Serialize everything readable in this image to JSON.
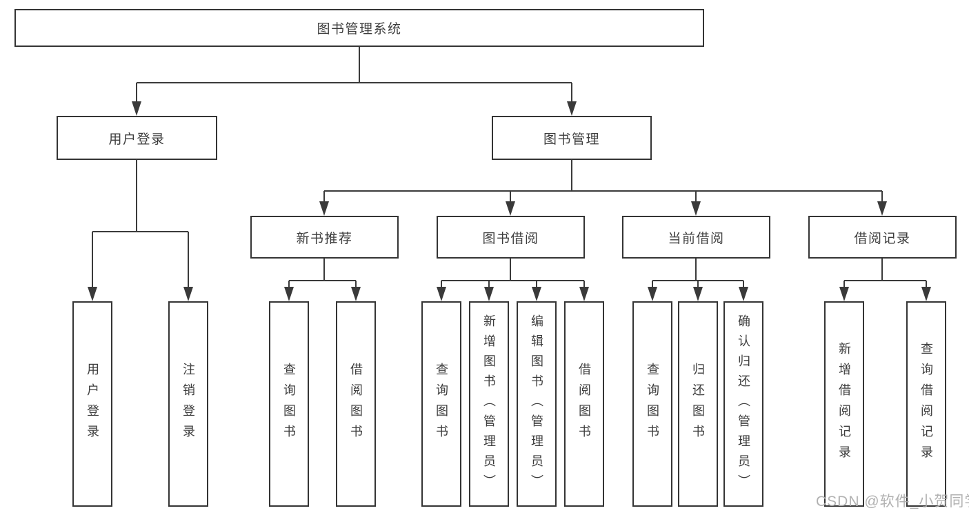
{
  "diagram": {
    "root": {
      "label": "图书管理系统"
    },
    "user_login": {
      "label": "用户登录",
      "children": [
        {
          "label": "用户登录"
        },
        {
          "label": "注销登录"
        }
      ]
    },
    "book_management": {
      "label": "图书管理",
      "children": [
        {
          "label": "新书推荐",
          "children": [
            {
              "label": "查询图书"
            },
            {
              "label": "借阅图书"
            }
          ]
        },
        {
          "label": "图书借阅",
          "children": [
            {
              "label": "查询图书"
            },
            {
              "label": "新增图书（管理员）"
            },
            {
              "label": "编辑图书（管理员）"
            },
            {
              "label": "借阅图书"
            }
          ]
        },
        {
          "label": "当前借阅",
          "children": [
            {
              "label": "查询图书"
            },
            {
              "label": "归还图书"
            },
            {
              "label": "确认归还（管理员）"
            }
          ]
        },
        {
          "label": "借阅记录",
          "children": [
            {
              "label": "新增借阅记录"
            },
            {
              "label": "查询借阅记录"
            }
          ]
        }
      ]
    }
  },
  "watermark": {
    "text": "CSDN @软件_小贺同学"
  },
  "colors": {
    "background": "#ffffff",
    "line": "#3a3a3a",
    "box_border": "#343434",
    "text": "#3d3d3d",
    "watermark": "#adadad"
  }
}
